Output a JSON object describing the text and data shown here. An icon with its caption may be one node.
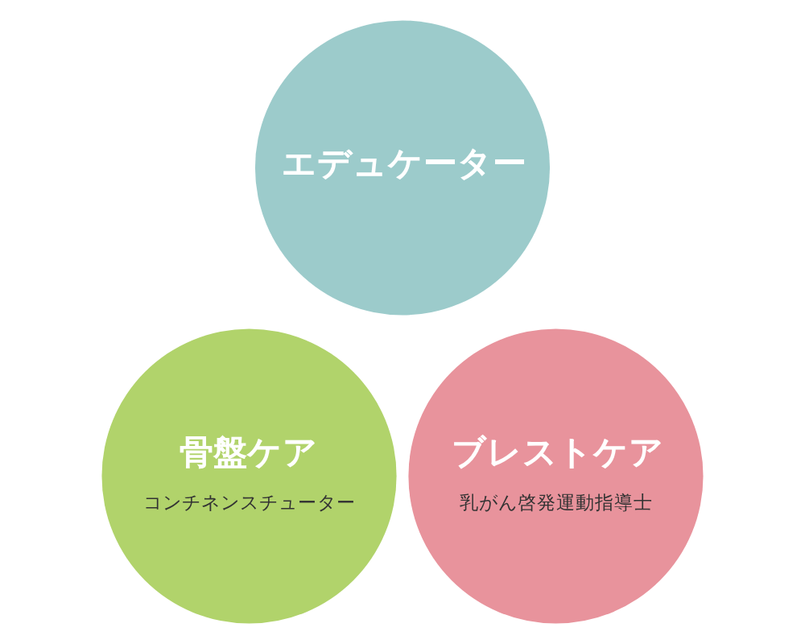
{
  "diagram": {
    "nodes": [
      {
        "text": [
          "エデュケーター"
        ]
      },
      {
        "text": [
          "骨盤ケア",
          "コンチネンスチューター"
        ]
      },
      {
        "text": [
          "ブレストケア",
          "乳がん啓発運動指導士"
        ]
      }
    ]
  }
}
